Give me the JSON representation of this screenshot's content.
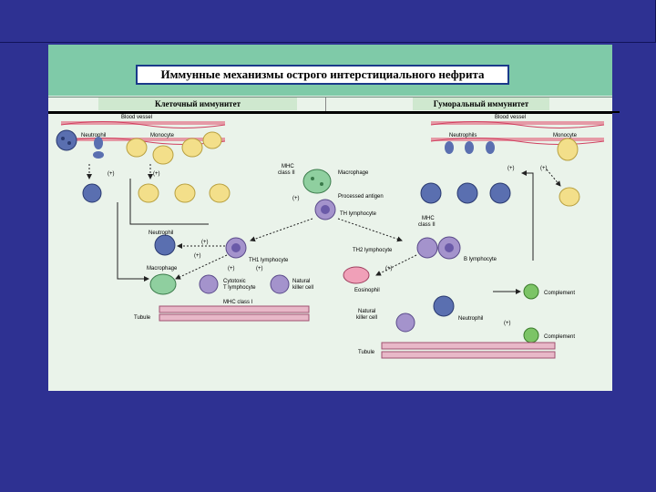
{
  "title": "Иммунные механизмы острого интерстициального нефрита",
  "sections": {
    "cellular": "Клеточный иммунитет",
    "humoral": "Гуморальный иммунитет"
  },
  "labels": {
    "blood_vessel_left": "Blood vessel",
    "blood_vessel_right": "Blood vessel",
    "neutrophil_top": "Neutrophil",
    "monocyte_left": "Monocyte",
    "neutrophils_right": "Neutrophils",
    "monocyte_right": "Monocyte",
    "mhc2_top_1": "MHC",
    "mhc2_top_2": "class II",
    "macrophage_top": "Macrophage",
    "processed_antigen": "Processed antigen",
    "th_lymphocyte": "TH lymphocyte",
    "neutrophil_mid": "Neutrophil",
    "th1": "TH1 lymphocyte",
    "th2": "TH2 lymphocyte",
    "mhc2_right_1": "MHC",
    "mhc2_right_2": "class II",
    "b_lymphocyte": "B lymphocyte",
    "macrophage_mid": "Macrophage",
    "cytotoxic_1": "Cytotoxic",
    "cytotoxic_2": "T lymphocyte",
    "nk_left_1": "Natural",
    "nk_left_2": "killer cell",
    "mhc1": "MHC class I",
    "tubule_left": "Tubule",
    "eosinophil": "Eosinophil",
    "complement_1": "Complement",
    "nk_right_1": "Natural",
    "nk_right_2": "killer cell",
    "neutrophil_right": "Neutrophil",
    "complement_2": "Complement",
    "tubule_right": "Tubule"
  },
  "plus_sign": "(+)",
  "colors": {
    "background": "#2e3192",
    "panel": "#eaf3ea",
    "header": "#7fcaa8",
    "neutrophil": "#5a6fb0",
    "monocyte": "#f3df8a",
    "lymphocyte": "#a493cc",
    "complement": "#7cc466",
    "eosinophil": "#f0a0b8",
    "vessel": "#e08090"
  }
}
